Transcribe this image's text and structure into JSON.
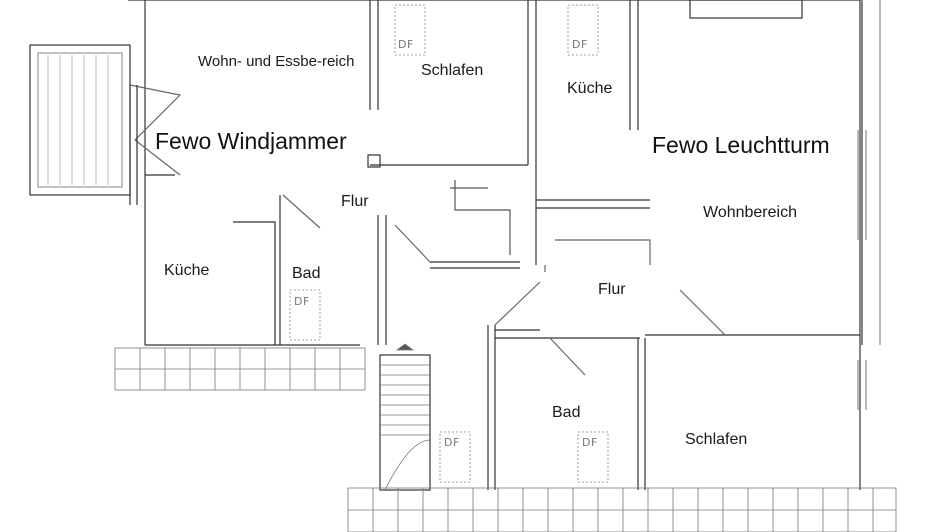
{
  "floorplan": {
    "apartments": [
      {
        "name": "Fewo Windjammer"
      },
      {
        "name": "Fewo Leuchtturm"
      }
    ],
    "rooms": {
      "wohn_essbereich": "Wohn- und Essbe-reich",
      "schlafen_left": "Schlafen",
      "kueche_right_top": "Küche",
      "flur_left": "Flur",
      "kueche_left": "Küche",
      "bad_left": "Bad",
      "wohnbereich": "Wohnbereich",
      "flur_right": "Flur",
      "bad_right": "Bad",
      "schlafen_right": "Schlafen"
    },
    "df_marker": "DF"
  }
}
